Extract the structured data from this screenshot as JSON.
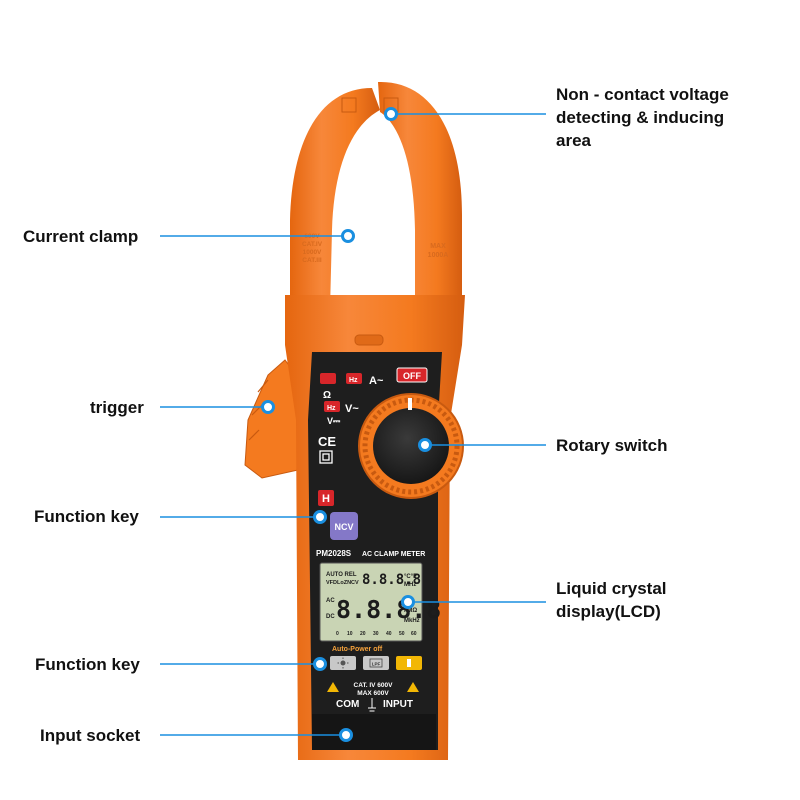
{
  "callouts": {
    "ncv_lines": [
      "Non - contact voltage",
      "detecting & inducing",
      "area"
    ],
    "current_clamp": "Current clamp",
    "trigger": "trigger",
    "function_key_upper": "Function key",
    "function_key_lower": "Function key",
    "input_socket": "Input socket",
    "rotary_switch": "Rotary switch",
    "lcd_lines": [
      "Liquid crystal",
      "display(LCD)"
    ]
  },
  "device": {
    "model": "PM2028S",
    "model_subtitle": "AC CLAMP METER",
    "off_label": "OFF",
    "ncv_key": "NCV",
    "hold_key": "H",
    "auto_power_off": "Auto-Power off",
    "rating_line1": "CAT. IV 600V",
    "rating_line2": "MAX 600V",
    "com_label": "COM",
    "input_label": "INPUT",
    "jaw_left_rating": [
      "600V",
      "CAT.IV",
      "1000V",
      "CAT.III"
    ],
    "jaw_right_rating": [
      "MAX",
      "1000A"
    ],
    "dial_labels": {
      "hz": "Hz",
      "amps_ac": "A~",
      "ohm": "Ω",
      "volts_ac": "V~",
      "volts_dc": "V⎓"
    },
    "lcd": {
      "main_digits": "8.8.8.8",
      "sub_digits": "8.8.8.8",
      "auto_rel": "AUTO REL",
      "vfd": "VFDLoZNCV",
      "units_top": "°C°F",
      "units_mid": "MHz",
      "units_bottom": "kMΩ",
      "units_last": "MkHz",
      "left_ac": "AC",
      "left_dc": "DC",
      "scale": [
        "0",
        "10",
        "20",
        "30",
        "40",
        "50",
        "60"
      ]
    },
    "key_icons": [
      "sun-icon",
      "lpf-icon",
      "flashlight-icon"
    ],
    "lpf_label": "LPF"
  },
  "colors": {
    "body_orange": "#f47a1f",
    "face_black": "#1e1e1e",
    "leader_blue": "#1a8fe0",
    "lcd_green": "#c9d4b4",
    "ncv_purple": "#8478c8",
    "hold_red": "#d8262a"
  }
}
